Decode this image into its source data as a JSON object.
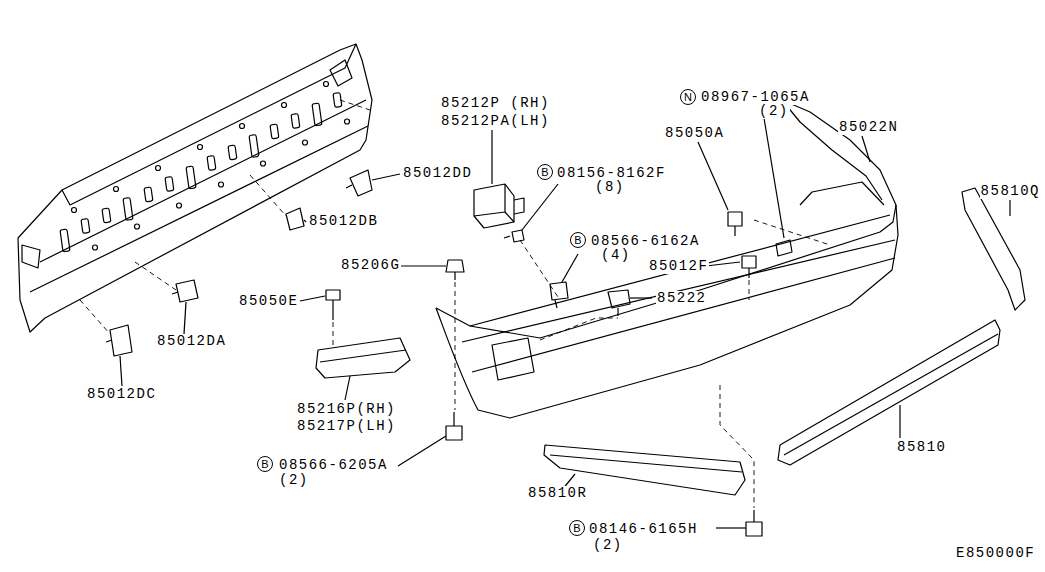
{
  "diagram": {
    "nodes": [
      {
        "text": [
          "N"
        ]
      },
      {
        "text": [
          "B"
        ]
      },
      {
        "text": [
          "B"
        ]
      },
      {
        "text": [
          "B"
        ]
      },
      {
        "text": [
          "B"
        ]
      }
    ],
    "labels": [
      "85212P (RH)",
      "85212PA(LH)",
      "08967-1065A",
      "(2)",
      "85022N",
      "85050A",
      "08156-8162F",
      "(8)",
      "85012DD",
      "85810Q",
      "85012DB",
      "08566-6162A",
      "(4)",
      "85206G",
      "85012F",
      "85222",
      "85050E",
      "85012DA",
      "85012DC",
      "85216P(RH)",
      "85217P(LH)",
      "85810",
      "08566-6205A",
      "(2)",
      "85810R",
      "08146-6165H",
      "(2)",
      "E850000F"
    ]
  }
}
